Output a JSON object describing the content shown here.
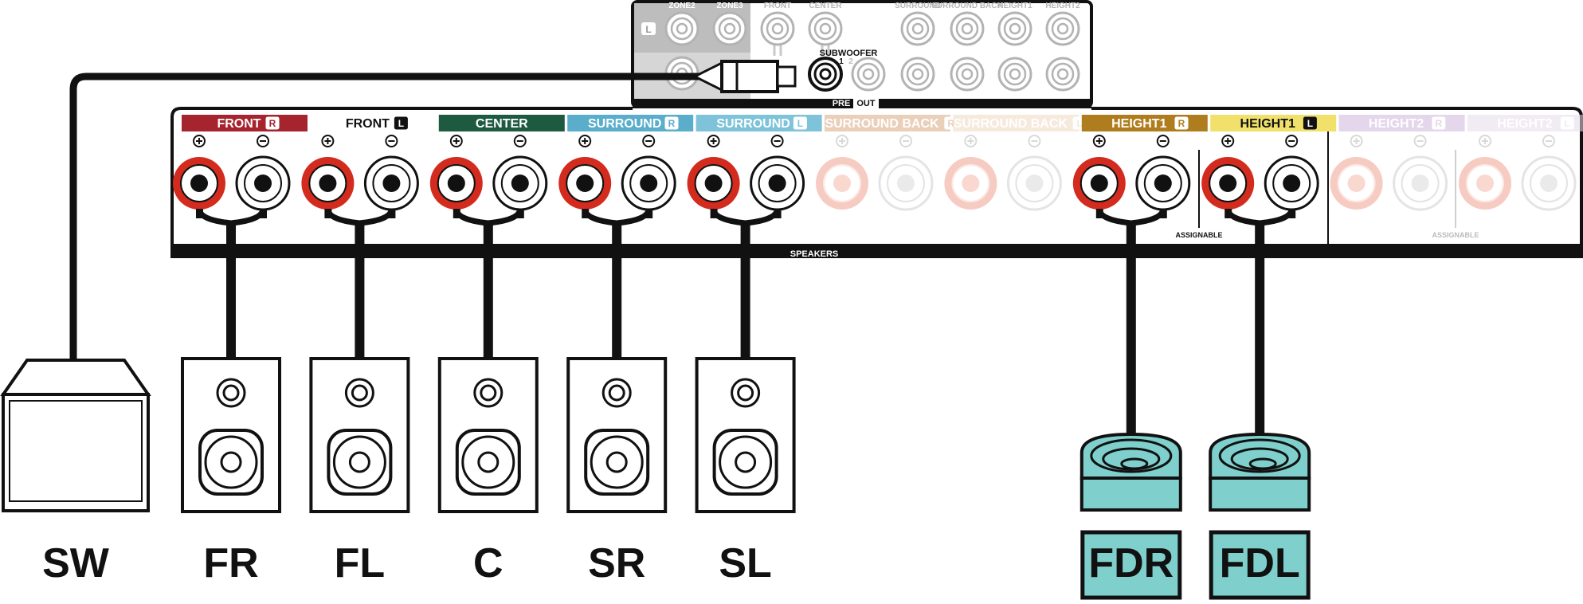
{
  "preout": {
    "top_labels": [
      "ZONE2",
      "ZONE3",
      "FRONT",
      "CENTER",
      "SURROUND",
      "SURROUND BACK",
      "HEIGHT1",
      "HEIGHT2"
    ],
    "l_badge": "L",
    "subwoofer": "SUBWOOFER",
    "sub_num1": "1",
    "sub_num2": "2",
    "pre_label": "PRE",
    "out_label": "OUT"
  },
  "speakers_label": "SPEAKERS",
  "assignable": "ASSIGNABLE",
  "terminals": [
    {
      "name": "FRONT",
      "side": "R",
      "color": "#a6242d",
      "dim": false
    },
    {
      "name": "FRONT",
      "side": "L",
      "color": "#ffffff",
      "dim": false
    },
    {
      "name": "CENTER",
      "side": "",
      "color": "#1d5a3f",
      "dim": false
    },
    {
      "name": "SURROUND",
      "side": "R",
      "color": "#5aaecb",
      "dim": false
    },
    {
      "name": "SURROUND",
      "side": "L",
      "color": "#7ec3da",
      "dim": false
    },
    {
      "name": "SURROUND BACK",
      "side": "R",
      "color": "#d9a880",
      "dim": true
    },
    {
      "name": "SURROUND BACK",
      "side": "L",
      "color": "#f0d9c3",
      "dim": true
    },
    {
      "name": "HEIGHT1",
      "side": "R",
      "color": "#b07d1e",
      "dim": false
    },
    {
      "name": "HEIGHT1",
      "side": "L",
      "color": "#f1e06a",
      "dim": false
    },
    {
      "name": "HEIGHT2",
      "side": "R",
      "color": "#cfb5dc",
      "dim": true
    },
    {
      "name": "HEIGHT2",
      "side": "L",
      "color": "#e6dcec",
      "dim": true
    }
  ],
  "speaker_labels": [
    "SW",
    "FR",
    "FL",
    "C",
    "SR",
    "SL",
    "FDR",
    "FDL"
  ],
  "colors": {
    "positive_red": "#d42b1f",
    "faded_red": "#f0a291",
    "module_teal": "#7fd0cd",
    "outline": "#111111"
  }
}
